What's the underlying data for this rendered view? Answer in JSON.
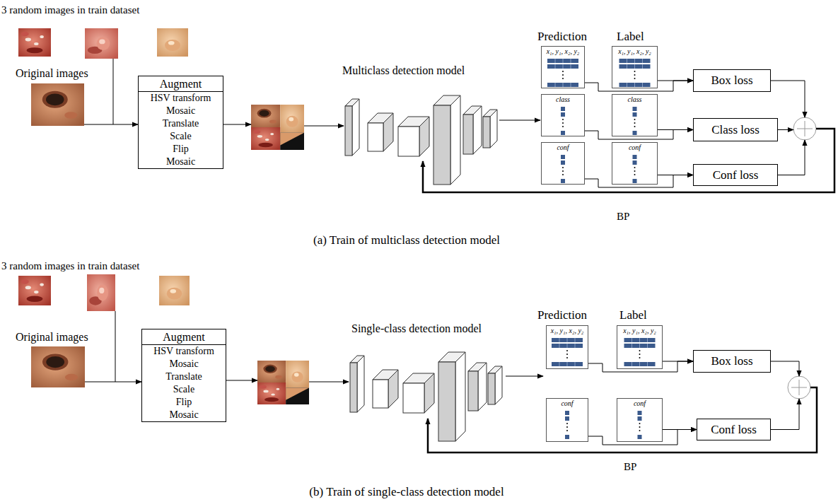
{
  "diagram": {
    "nodes": [
      {
        "text": [
          "Augment",
          "HSV transform",
          "Mosaic",
          "Translate",
          "Scale",
          "Flip",
          "Mosaic"
        ]
      },
      {
        "text": [
          "x₁, y₁, x₂, y₂"
        ]
      },
      {
        "text": [
          "x₁, y₁, x₂, y₂"
        ]
      },
      {
        "text": [
          "class"
        ]
      },
      {
        "text": [
          "class"
        ]
      },
      {
        "text": [
          "conf"
        ]
      },
      {
        "text": [
          "conf"
        ]
      },
      {
        "text": [
          "Box loss"
        ]
      },
      {
        "text": [
          "Class loss"
        ]
      },
      {
        "text": [
          "Conf loss"
        ]
      },
      {
        "text": [
          "Augment",
          "HSV transform",
          "Mosaic",
          "Translate",
          "Scale",
          "Flip",
          "Mosaic"
        ]
      },
      {
        "text": [
          "x₁, y₁, x₂, y₂"
        ]
      },
      {
        "text": [
          "x₁, y₁, x₂, y₂"
        ]
      },
      {
        "text": [
          "conf"
        ]
      },
      {
        "text": [
          "conf"
        ]
      },
      {
        "text": [
          "Box loss"
        ]
      },
      {
        "text": [
          "Conf loss"
        ]
      }
    ],
    "edges": [
      {
        "from": 1,
        "to": 7,
        "arrow": "to"
      },
      {
        "from": 2,
        "to": 7,
        "arrow": "to"
      },
      {
        "from": 3,
        "to": 8,
        "arrow": "to"
      },
      {
        "from": 4,
        "to": 8,
        "arrow": "to"
      },
      {
        "from": 5,
        "to": 9,
        "arrow": "to"
      },
      {
        "from": 6,
        "to": 9,
        "arrow": "to"
      },
      {
        "from": 11,
        "to": 15,
        "arrow": "to"
      },
      {
        "from": 12,
        "to": 15,
        "arrow": "to"
      },
      {
        "from": 13,
        "to": 16,
        "arrow": "to"
      },
      {
        "from": 14,
        "to": 16,
        "arrow": "to"
      }
    ],
    "labels": [
      "3 random images in train dataset",
      "Original images",
      "Multiclass detection model",
      "Prediction",
      "Label",
      "BP",
      "(a) Train of multiclass detection model",
      "3 random images in train dataset",
      "Original images",
      "Single-class detection model",
      "Prediction",
      "Label",
      "BP",
      "(b) Train of single-class detection model"
    ]
  }
}
